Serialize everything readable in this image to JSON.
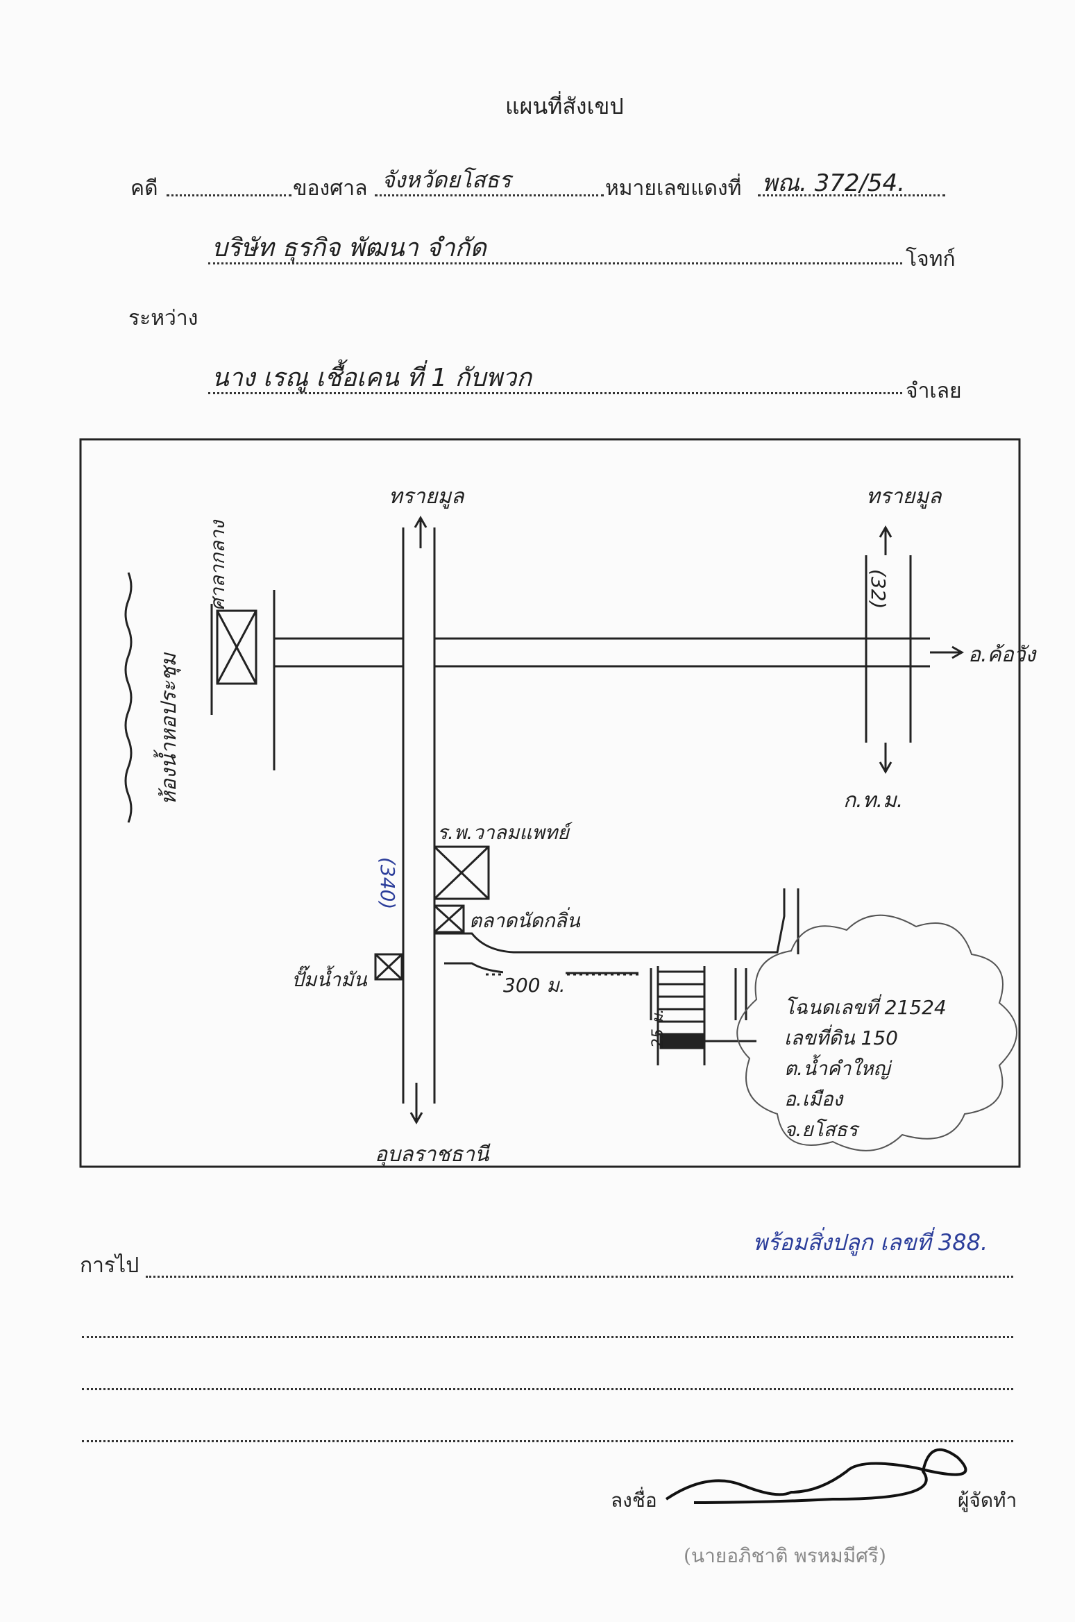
{
  "form": {
    "title": "แผนที่สังเขป",
    "case_label": "คดี",
    "court_label": "ของศาล",
    "court_value": "จังหวัดยโสธร",
    "red_number_label": "หมายเลขแดงที่",
    "red_number_value": "พณ. 372/54.",
    "plaintiff_value": "บริษัท ธุรกิจ พัฒนา จำกัด",
    "plaintiff_label": "โจทก์",
    "between_label": "ระหว่าง",
    "defendant_value": "นาง เรณู เชื้อเคน ที่ 1 กับพวก",
    "defendant_label": "จำเลย",
    "travel_label": "การไป",
    "travel_note": "พร้อมสิ่งปลูก เลขที่ 388.",
    "sign_label": "ลงชื่อ",
    "maker_label": "ผู้จัดทำ",
    "maker_name": "(นายอภิชาติ พรหมมีศรี)"
  },
  "map": {
    "north_left": "ทรายมูล",
    "north_right": "ทรายมูล",
    "east": "อ.ค้อวัง",
    "south_right": "ก.ท.ม.",
    "south_bottom": "อุบลราชธานี",
    "top_left_building": "ศาลากลาง",
    "river": "ห้องน้ำหอประชุม",
    "route_main": "(340)",
    "route_right": "(32)",
    "hospital": "ร.พ.วาลมแพทย์",
    "market": "ตลาดนัดกลิ่น",
    "gas_station": "ปั๊มน้ำมัน",
    "distance": "300 ม.",
    "distance_side": "25 ม.",
    "cloud_lines": [
      "โฉนดเลขที่ 21524",
      "เลขที่ดิน 150",
      "ต.น้ำคำใหญ่",
      "อ.เมือง",
      "จ.ยโสธร"
    ]
  }
}
